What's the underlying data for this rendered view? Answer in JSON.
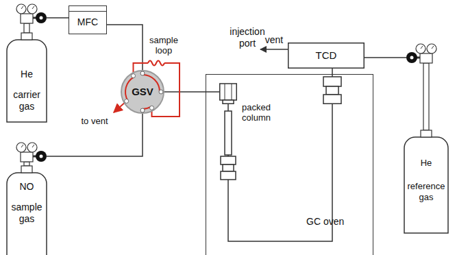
{
  "diagram": {
    "nodes": [
      {
        "text": [
          "He",
          "carrier gas"
        ]
      },
      {
        "text": [
          "MFC"
        ]
      },
      {
        "text": [
          "GSV"
        ]
      },
      {
        "text": [
          "NO",
          "sample gas"
        ]
      },
      {
        "text": [
          "injection port"
        ]
      },
      {
        "text": [
          "GC oven"
        ]
      },
      {
        "text": [
          "TCD"
        ]
      },
      {
        "text": [
          "He",
          "reference gas"
        ]
      }
    ],
    "edges": [
      {
        "from": 0,
        "to": 1,
        "arrow": "none"
      },
      {
        "from": 1,
        "to": 2,
        "arrow": "none"
      },
      {
        "from": 3,
        "to": 2,
        "arrow": "none"
      },
      {
        "from": 2,
        "to": 4,
        "arrow": "none"
      },
      {
        "from": 4,
        "to": 6,
        "arrow": "none"
      },
      {
        "from": 7,
        "to": 6,
        "arrow": "none"
      }
    ],
    "labels": [
      "sample loop",
      "to vent",
      "vent",
      "packed column"
    ]
  }
}
